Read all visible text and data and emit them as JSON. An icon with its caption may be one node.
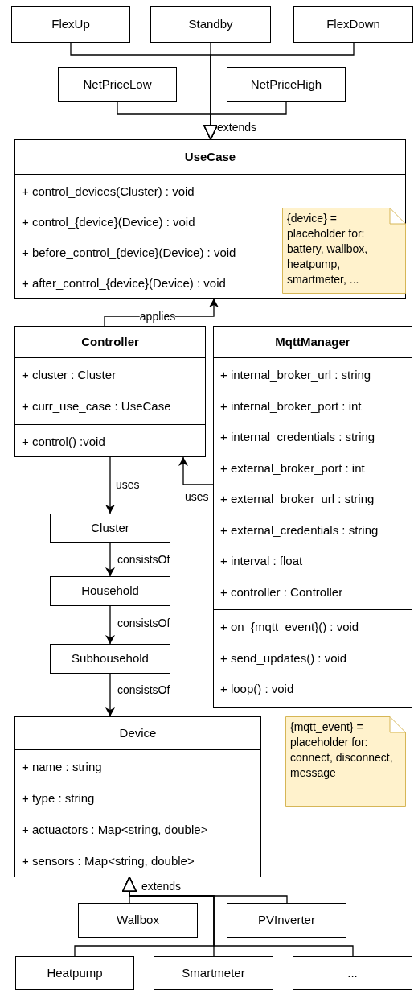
{
  "diagram": {
    "nodes": [
      {
        "text": [
          "FlexUp"
        ]
      },
      {
        "text": [
          "Standby"
        ]
      },
      {
        "text": [
          "FlexDown"
        ]
      },
      {
        "text": [
          "NetPriceLow"
        ]
      },
      {
        "text": [
          "NetPriceHigh"
        ]
      },
      {
        "text": [
          "UseCase",
          "+ control_devices(Cluster) : void",
          "+ control_{device}(Device) : void",
          "+ before_control_{device}(Device) : void",
          "+ after_control_{device}(Device) : void"
        ]
      },
      {
        "text": [
          "{device} = placeholder for: battery, wallbox, heatpump, smartmeter, ..."
        ],
        "in": 5
      },
      {
        "text": [
          "Controller",
          "+ cluster : Cluster",
          "+ curr_use_case : UseCase",
          "+ control() :void"
        ]
      },
      {
        "text": [
          "MqttManager",
          "+ internal_broker_url : string",
          "+ internal_broker_port : int",
          "+ internal_credentials : string",
          "+ external_broker_port : int",
          "+ external_broker_url : string",
          "+ external_credentials : string",
          "+ interval : float",
          "+ controller : Controller",
          "+ on_{mqtt_event}() : void",
          "+ send_updates() : void",
          "+ loop() : void"
        ]
      },
      {
        "text": [
          "Cluster"
        ]
      },
      {
        "text": [
          "Household"
        ]
      },
      {
        "text": [
          "Subhousehold"
        ]
      },
      {
        "text": [
          "Device",
          "+ name : string",
          "+ type : string",
          "+ actuactors : Map<string, double>",
          "+ sensors : Map<string, double>"
        ]
      },
      {
        "text": [
          "{mqtt_event} = placeholder for: connect, disconnect, message"
        ]
      },
      {
        "text": [
          "Wallbox"
        ]
      },
      {
        "text": [
          "PVInverter"
        ]
      },
      {
        "text": [
          "Heatpump"
        ]
      },
      {
        "text": [
          "Smartmeter"
        ]
      },
      {
        "text": [
          "..."
        ]
      }
    ],
    "edges": [
      {
        "from": 0,
        "to": 5,
        "arrow": "to"
      },
      {
        "from": 1,
        "to": 5,
        "arrow": "to",
        "label": "extends"
      },
      {
        "from": 2,
        "to": 5,
        "arrow": "to"
      },
      {
        "from": 3,
        "to": 5,
        "arrow": "to"
      },
      {
        "from": 4,
        "to": 5,
        "arrow": "to"
      },
      {
        "from": 7,
        "to": 5,
        "arrow": "to",
        "label": "applies"
      },
      {
        "from": 7,
        "to": 9,
        "arrow": "to",
        "label": "uses"
      },
      {
        "from": 8,
        "to": 7,
        "arrow": "to",
        "label": "uses"
      },
      {
        "from": 9,
        "to": 10,
        "arrow": "to",
        "label": "consistsOf"
      },
      {
        "from": 10,
        "to": 11,
        "arrow": "to",
        "label": "consistsOf"
      },
      {
        "from": 11,
        "to": 12,
        "arrow": "to",
        "label": "consistsOf"
      },
      {
        "from": 14,
        "to": 12,
        "arrow": "to",
        "label": "extends"
      },
      {
        "from": 15,
        "to": 12,
        "arrow": "to"
      },
      {
        "from": 16,
        "to": 12,
        "arrow": "to"
      },
      {
        "from": 17,
        "to": 12,
        "arrow": "to"
      },
      {
        "from": 18,
        "to": 12,
        "arrow": "to"
      }
    ]
  }
}
